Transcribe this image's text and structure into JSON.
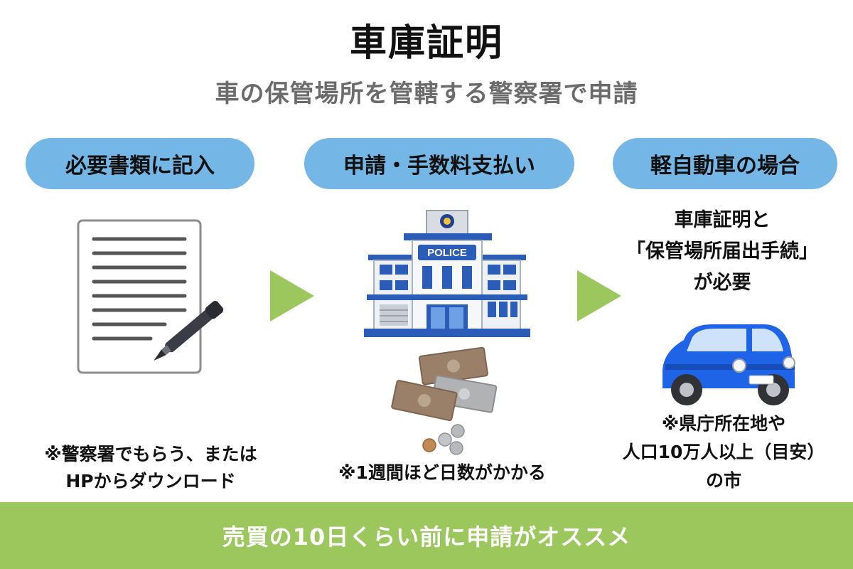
{
  "title": "車庫証明",
  "subtitle": "車の保管場所を管轄する警察署で申請",
  "steps": [
    {
      "label": "必要書類に記入",
      "note_lines": [
        "※警察署でもらう、または",
        "HPからダウンロード"
      ]
    },
    {
      "label": "申請・手数料支払い",
      "note_lines": [
        "※1週間ほど日数がかかる"
      ],
      "building_sign": "POLICE"
    },
    {
      "label": "軽自動車の場合",
      "desc_lines": [
        "車庫証明と",
        "「保管場所届出手続」",
        "が必要"
      ],
      "note_lines": [
        "※県庁所在地や",
        "人口10万人以上（目安）",
        "の市"
      ]
    }
  ],
  "footer": "売買の10日くらい前に申請がオススメ",
  "colors": {
    "pill": "#74b6e6",
    "arrow": "#9cc75c",
    "footer": "#9cc75c",
    "subtitle": "#6b6b6b",
    "car": "#1f63e6"
  }
}
